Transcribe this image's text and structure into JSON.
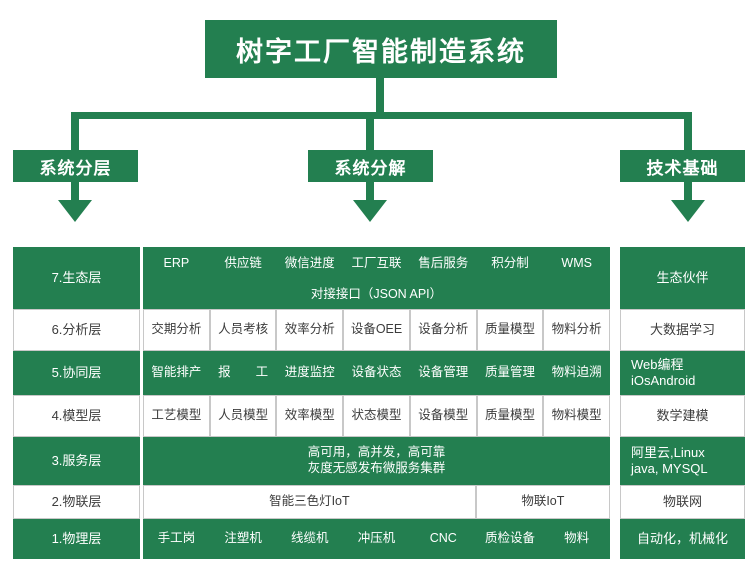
{
  "colors": {
    "brand_green": "#237f50",
    "cell_white": "#ffffff",
    "text_dark": "#3c3c3c",
    "border_gray": "#c8c8c8"
  },
  "title": "树字工厂智能制造系统",
  "categories": [
    {
      "label": "系统分层"
    },
    {
      "label": "系统分解"
    },
    {
      "label": "技术基础"
    }
  ],
  "matrix": {
    "layers": [
      {
        "name": "7.生态层",
        "style": "g"
      },
      {
        "name": "6.分析层",
        "style": "w"
      },
      {
        "name": "5.协同层",
        "style": "g"
      },
      {
        "name": "4.模型层",
        "style": "w"
      },
      {
        "name": "3.服务层",
        "style": "g"
      },
      {
        "name": "2.物联层",
        "style": "w"
      },
      {
        "name": "1.物理层",
        "style": "g"
      }
    ],
    "rows": [
      {
        "style": "g",
        "top": [
          "ERP",
          "供应链",
          "微信进度",
          "工厂互联",
          "售后服务",
          "积分制",
          "WMS"
        ],
        "bottom": "对接接口（JSON API）"
      },
      {
        "style": "w",
        "cells": [
          "交期分析",
          "人员考核",
          "效率分析",
          "设备OEE",
          "设备分析",
          "质量模型",
          "物料分析"
        ]
      },
      {
        "style": "g",
        "cells": [
          "智能排产",
          "报　　工",
          "进度监控",
          "设备状态",
          "设备管理",
          "质量管理",
          "物料迫溯"
        ]
      },
      {
        "style": "w",
        "cells": [
          "工艺模型",
          "人员模型",
          "效率模型",
          "状态模型",
          "设备模型",
          "质量模型",
          "物料模型"
        ]
      },
      {
        "style": "g",
        "full": "高可用，高并发，高可靠\n灰度无感发布微服务集群"
      },
      {
        "style": "w",
        "split": [
          {
            "label": "智能三色灯IoT",
            "span": 5
          },
          {
            "label": "物联IoT",
            "span": 2
          }
        ]
      },
      {
        "style": "g",
        "cells": [
          "手工岗",
          "注塑机",
          "线缆机",
          "冲压机",
          "CNC",
          "质检设备",
          "物料"
        ]
      }
    ],
    "basis": [
      {
        "label": "生态伙伴",
        "style": "g"
      },
      {
        "label": "大数据学习",
        "style": "w"
      },
      {
        "label": "Web编程\niOsAndroid",
        "style": "g"
      },
      {
        "label": "数学建模",
        "style": "w"
      },
      {
        "label": "阿里云,Linux\njava, MYSQL",
        "style": "g"
      },
      {
        "label": "物联网",
        "style": "w"
      },
      {
        "label": "自动化，机械化",
        "style": "g"
      }
    ]
  }
}
